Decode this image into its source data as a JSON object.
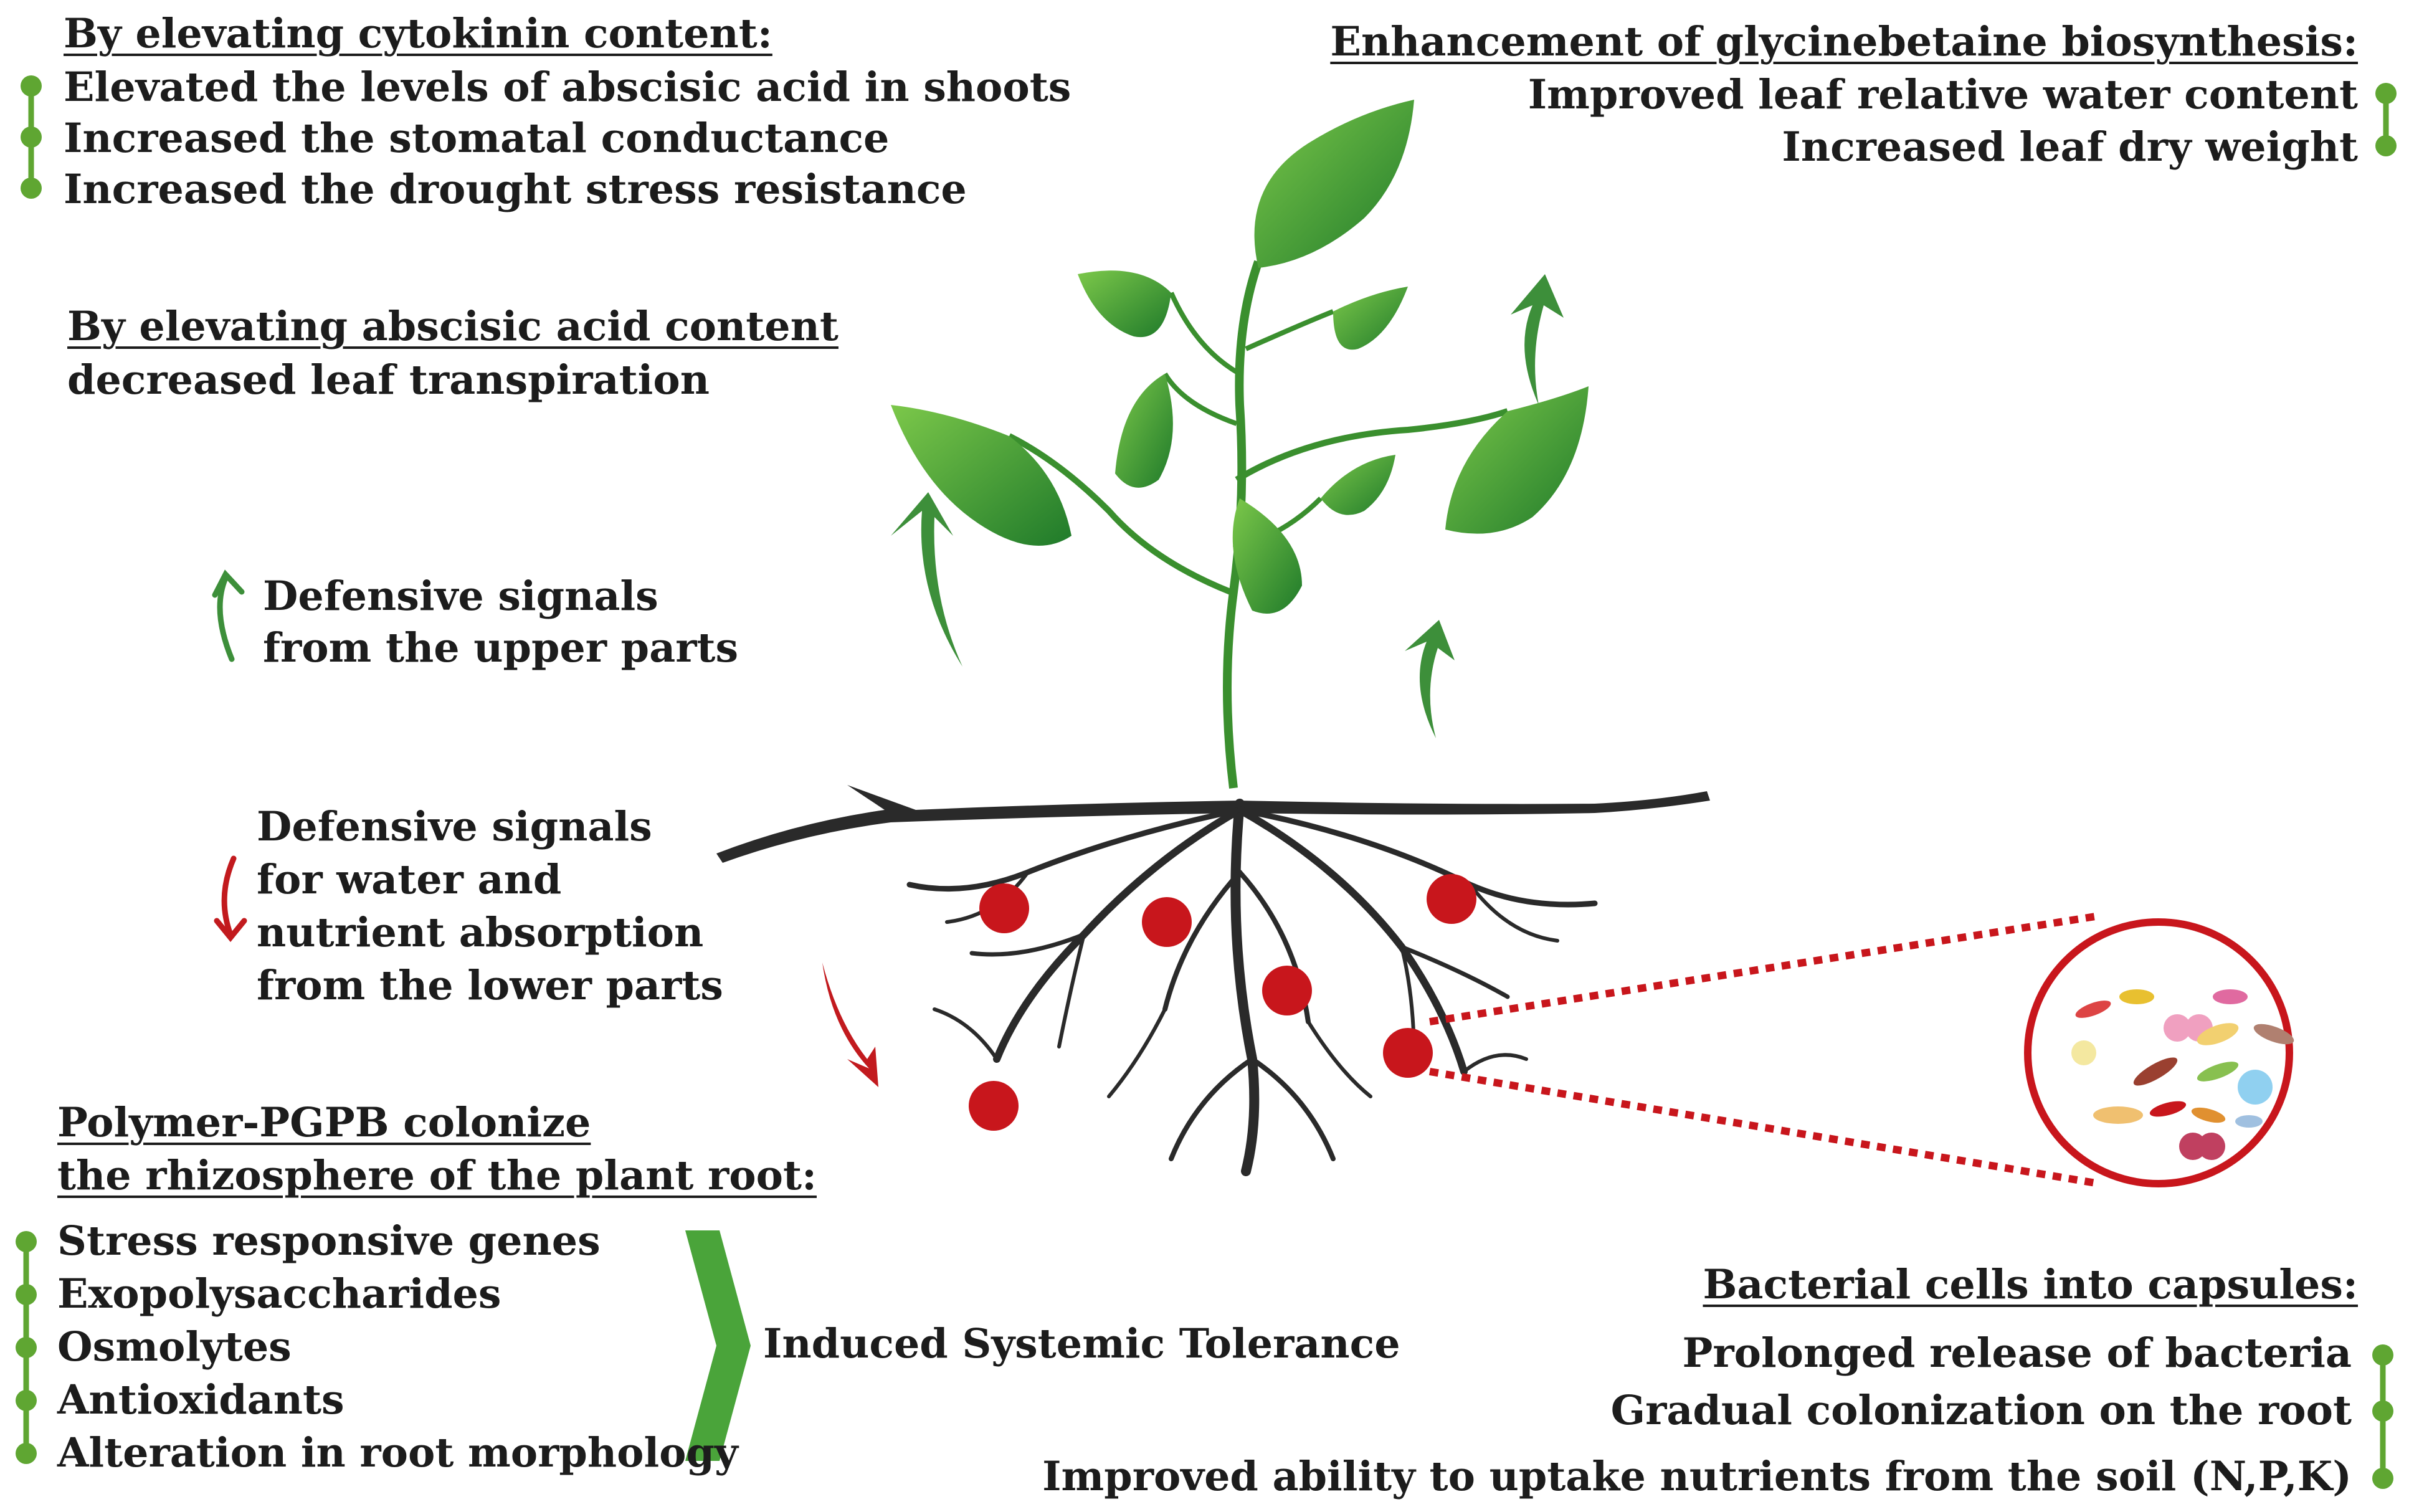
{
  "cytokinin": {
    "heading": "By elevating cytokinin content:",
    "items": [
      "Elevated the levels of abscisic acid in shoots",
      "Increased the stomatal conductance",
      "Increased the drought stress resistance"
    ]
  },
  "glycinebetaine": {
    "heading": "Enhancement of  glycinebetaine biosynthesis:",
    "items": [
      "Improved leaf relative water content",
      "Increased leaf dry weight"
    ]
  },
  "abscisic": {
    "heading": "By elevating abscisic acid content",
    "line": "decreased leaf  transpiration"
  },
  "upper_signals": {
    "lines": [
      "Defensive signals",
      "from the upper parts"
    ]
  },
  "lower_signals": {
    "lines": [
      "Defensive signals",
      "for water and",
      "nutrient absorption",
      "from the lower parts"
    ]
  },
  "polymer": {
    "heading_lines": [
      "Polymer-PGPB colonize ",
      "the rhizosphere of  the plant root:"
    ],
    "items": [
      "Stress responsive genes",
      "Exopolysaccharides",
      "Osmolytes",
      "Antioxidants",
      "Alteration in root morphology"
    ]
  },
  "ist": {
    "label": "Induced Systemic Tolerance"
  },
  "capsules": {
    "heading": "Bacterial cells into capsules:",
    "items": [
      "Prolonged release of  bacteria",
      "Gradual colonization on the root",
      "Improved ability to uptake nutrients from the soil (N,P,K)"
    ]
  },
  "colors": {
    "green_bullet": "#5fa632",
    "red_bacteria": "#c8161c",
    "root": "#2a2a2a",
    "leaf": "#3a9a2e",
    "arrow_green": "#3d8f3a",
    "arrow_red": "#c21a1e"
  }
}
